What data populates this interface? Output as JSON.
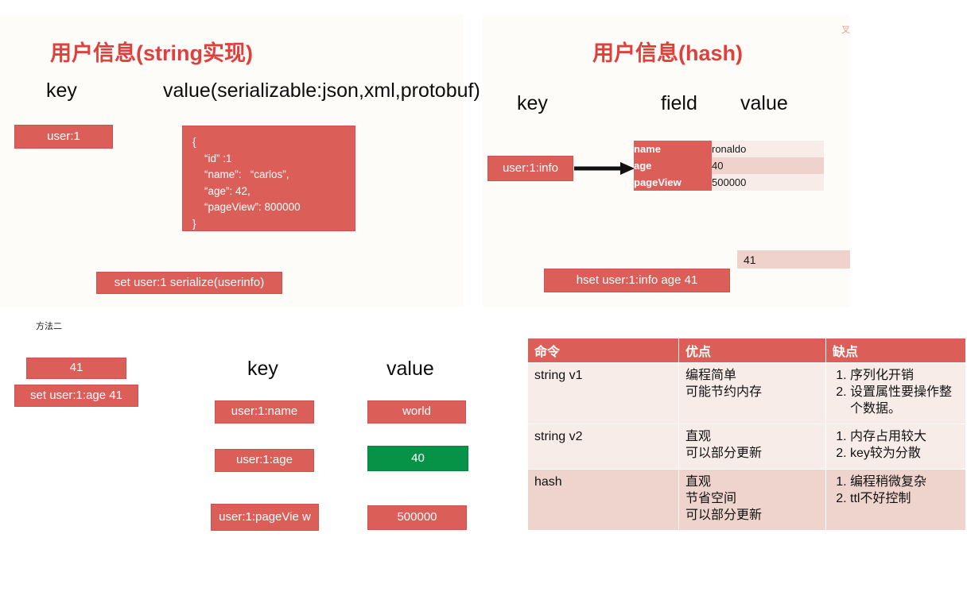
{
  "left_panel": {
    "title": "用户信息(string实现)",
    "headers": {
      "key": "key",
      "value": "value(serializable:json,xml,protobuf)"
    },
    "key_chip": "user:1",
    "json_value": "{\n    “id” :1\n    “name”:   “carlos”,\n    “age”: 42,\n    “pageView”: 800000\n}",
    "command": "set user:1 serialize(userinfo)"
  },
  "right_panel": {
    "title": "用户信息(hash)",
    "headers": {
      "key": "key",
      "field": "field",
      "value": "value"
    },
    "key_chip": "user:1:info",
    "rows": [
      {
        "field": "name",
        "value": "ronaldo"
      },
      {
        "field": "age",
        "value": "40"
      },
      {
        "field": "pageView",
        "value": "500000"
      }
    ],
    "command": "hset user:1:info age 41",
    "updated_value": "41",
    "artifact_mark": "叉"
  },
  "method_two": {
    "note": "方法二",
    "new_value_chip": "41",
    "command": "set user:1:age 41",
    "headers": {
      "key": "key",
      "value": "value"
    },
    "pairs": [
      {
        "key": "user:1:name",
        "value": "world",
        "highlight": false
      },
      {
        "key": "user:1:age",
        "value": "40",
        "highlight": true
      },
      {
        "key": "user:1:pageVie\nw",
        "value": "500000",
        "highlight": false
      }
    ]
  },
  "compare_table": {
    "headers": [
      "命令",
      "优点",
      "缺点"
    ],
    "rows": [
      {
        "command": "string v1",
        "pros": "编程简单\n可能节约内存",
        "cons": [
          "序列化开销",
          "设置属性要操作整个数据。"
        ]
      },
      {
        "command": "string v2",
        "pros": "直观\n可以部分更新",
        "cons": [
          "内存占用较大",
          "key较为分散"
        ]
      },
      {
        "command": "hash",
        "pros": "直观\n节省空间\n可以部分更新",
        "cons": [
          "编程稍微复杂",
          "ttl不好控制"
        ]
      }
    ]
  },
  "colors": {
    "accent_red": "#db5f58",
    "title_red": "#e0403c",
    "highlight_green": "#079347",
    "pink_light": "#f8ece8",
    "pink_dark": "#efd2cb",
    "panel_bg": "#fdfcf8"
  }
}
